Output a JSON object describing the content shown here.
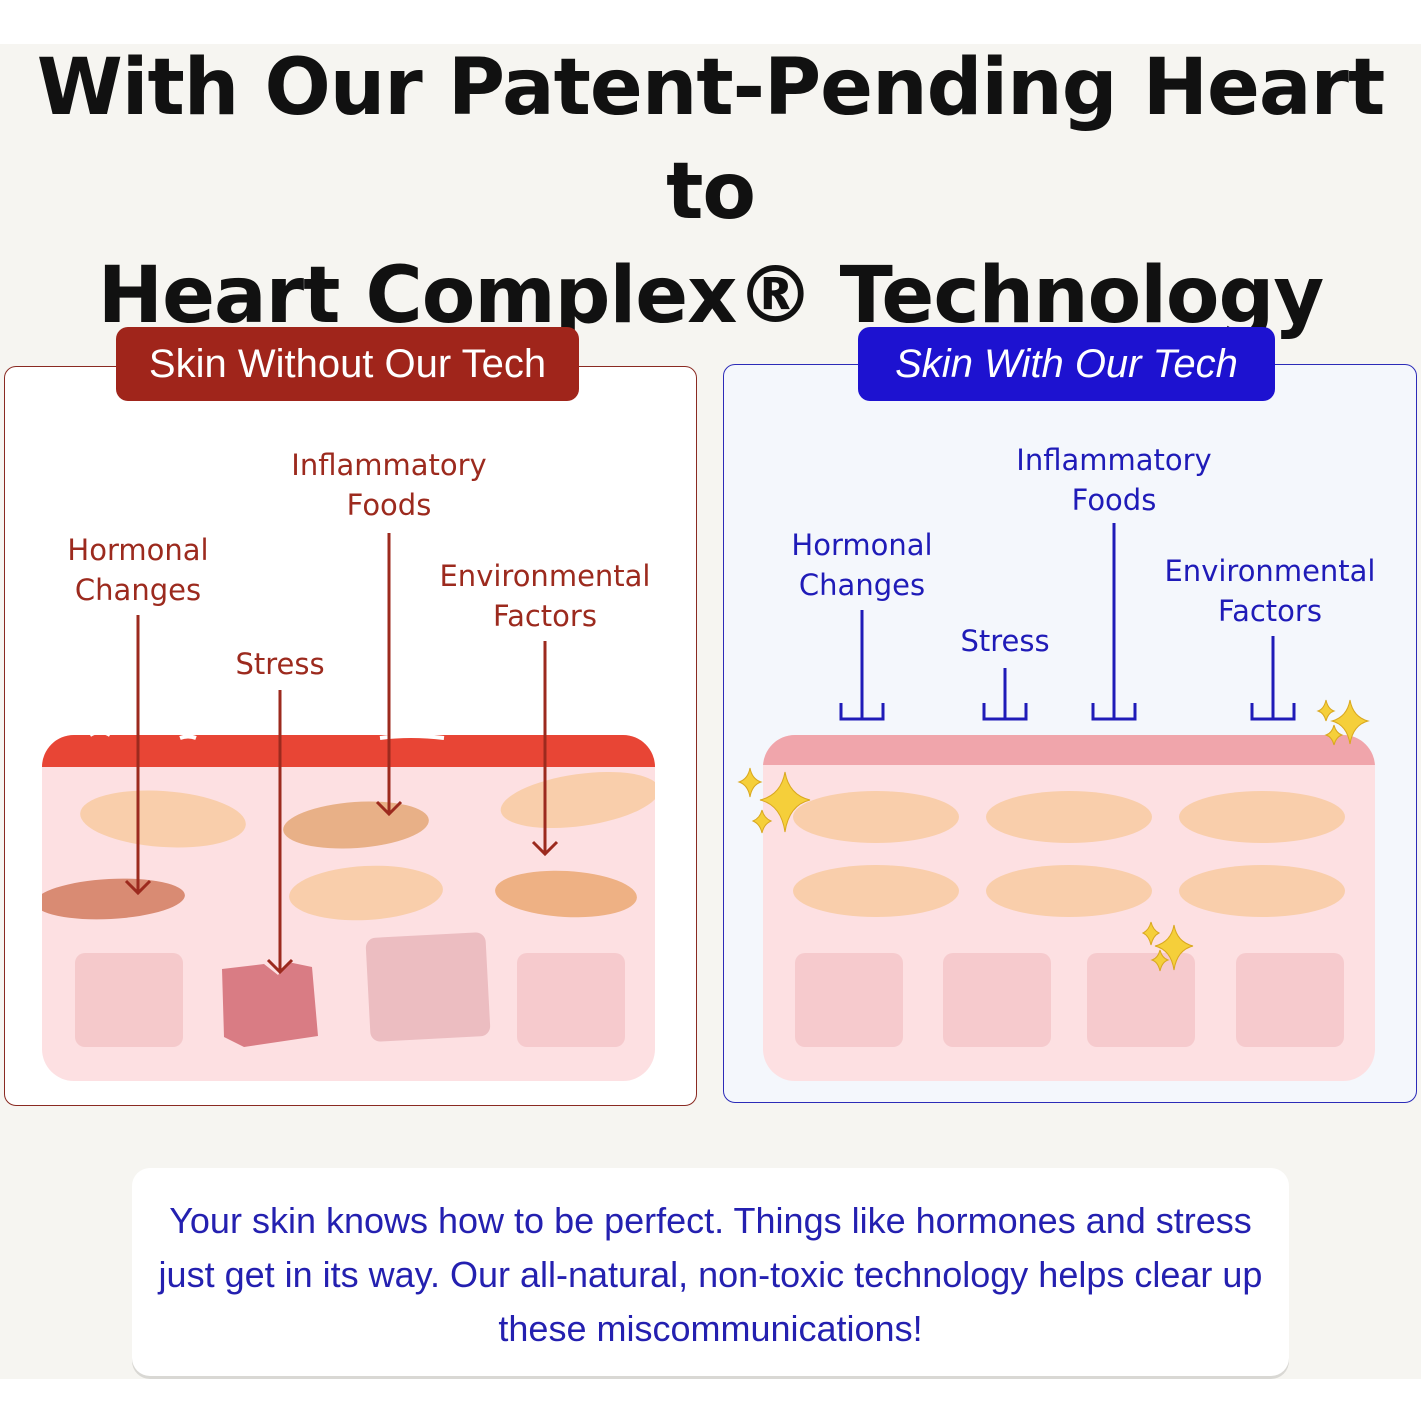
{
  "headline": {
    "line1": "With Our Patent-Pending Heart to",
    "line2": "Heart Complex® Technology"
  },
  "left_panel": {
    "title": "Skin Without Our Tech",
    "labels": {
      "hormonal": [
        "Hormonal",
        "Changes"
      ],
      "stress": [
        "Stress"
      ],
      "inflammatory": [
        "Inflammatory",
        "Foods"
      ],
      "environmental": [
        "Environmental",
        "Factors"
      ]
    }
  },
  "right_panel": {
    "title": "Skin With Our Tech",
    "labels": {
      "hormonal": [
        "Hormonal",
        "Changes"
      ],
      "stress": [
        "Stress"
      ],
      "inflammatory": [
        "Inflammatory",
        "Foods"
      ],
      "environmental": [
        "Environmental",
        "Factors"
      ]
    }
  },
  "caption": "Your skin knows how to be perfect. Things like hormones and stress just get in its way. Our all-natural, non-toxic technology helps clear up these miscommunications!",
  "colors": {
    "without_accent": "#a0251b",
    "with_accent": "#1d12d0",
    "skin_surface_damaged": "#e84535",
    "skin_surface_healthy": "#f0a5ab",
    "skin_body": "#fde0e2",
    "cell": "#f9ceab",
    "sparkle": "#f5cf3a"
  }
}
